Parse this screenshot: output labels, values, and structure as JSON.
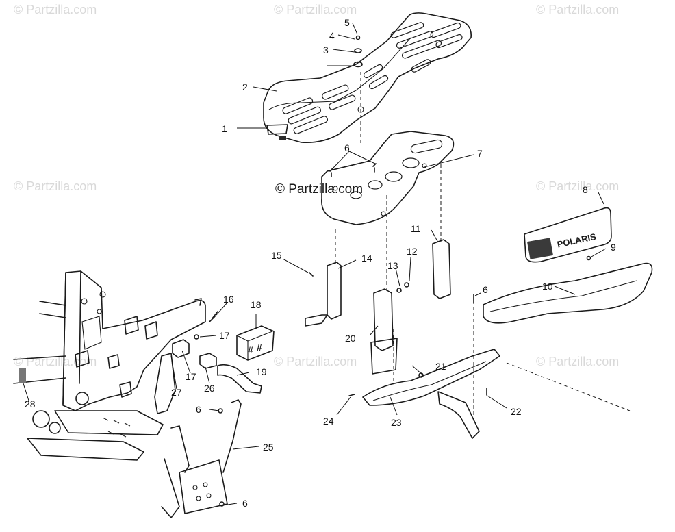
{
  "watermarks": {
    "tiled": "© Partzilla.com",
    "center": "© Partzilla.com"
  },
  "callouts": [
    "1",
    "2",
    "3",
    "4",
    "5",
    "6",
    "6",
    "6",
    "6",
    "7",
    "8",
    "9",
    "10",
    "11",
    "12",
    "13",
    "14",
    "15",
    "16",
    "17",
    "17",
    "18",
    "19",
    "20",
    "21",
    "22",
    "23",
    "24",
    "25",
    "26",
    "27",
    "28"
  ],
  "nameplate_text": "POLARIS"
}
